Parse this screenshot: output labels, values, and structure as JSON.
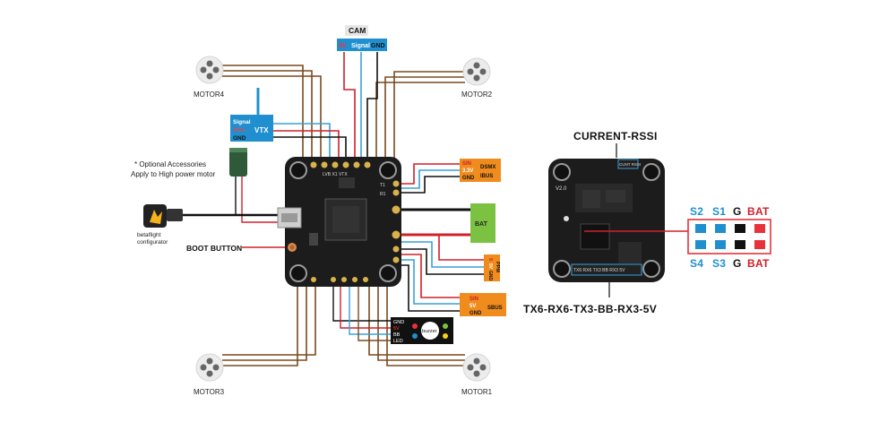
{
  "motors": {
    "m4": "MOTOR4",
    "m2": "MOTOR2",
    "m3": "MOTOR3",
    "m1": "MOTOR1"
  },
  "cam": {
    "title": "CAM",
    "pins": [
      "5V",
      "Signal",
      "GND"
    ]
  },
  "vtx": {
    "pins": [
      "Signal",
      "VCC",
      "GND"
    ],
    "name": "VTX"
  },
  "accessories": {
    "line1": "* Optional Accessories",
    "line2": "Apply to High power motor"
  },
  "configurator": {
    "line1": "betaflight",
    "line2": "configurator"
  },
  "boot_button": "BOOT BUTTON",
  "dsmx": {
    "pins": [
      "SIN",
      "3.3V",
      "GND"
    ],
    "name1": "DSMX",
    "name2": "IBUS"
  },
  "bat_label": "BAT",
  "ppm": {
    "pins": [
      "S",
      "5V",
      "GND"
    ],
    "name": "PPM"
  },
  "sbus": {
    "pins": [
      "SIN",
      "5V",
      "GND"
    ],
    "name": "SBUS"
  },
  "buzzer": {
    "pins": [
      "GND",
      "5V",
      "BB",
      "LED"
    ],
    "name": "buzzer"
  },
  "board": {
    "top_pads": "LVB X1 VTX",
    "right_pads": [
      "T1",
      "R1"
    ]
  },
  "right_board": {
    "current_rssi": "CURRENT-RSSI",
    "board_top_pads": "CUNT RSSI",
    "version": "V2.0",
    "bottom_pads_small": "TX6 RX6 TX3 BB RX3 5V",
    "bottom_label": "TX6-RX6-TX3-BB-RX3-5V"
  },
  "esc_connector": {
    "top": [
      "S2",
      "S1",
      "G",
      "BAT"
    ],
    "bottom": [
      "S4",
      "S3",
      "G",
      "BAT"
    ]
  },
  "colors": {
    "wire_brown": "#7a4a1e",
    "wire_red": "#d0202a",
    "wire_blue": "#3aa0d8",
    "wire_black": "#111111",
    "box_blue": "#1f8fd0",
    "box_orange": "#f08c1e",
    "box_green": "#7cc242",
    "connector_red": "#e8323a",
    "connector_blue": "#1f8fd0"
  }
}
